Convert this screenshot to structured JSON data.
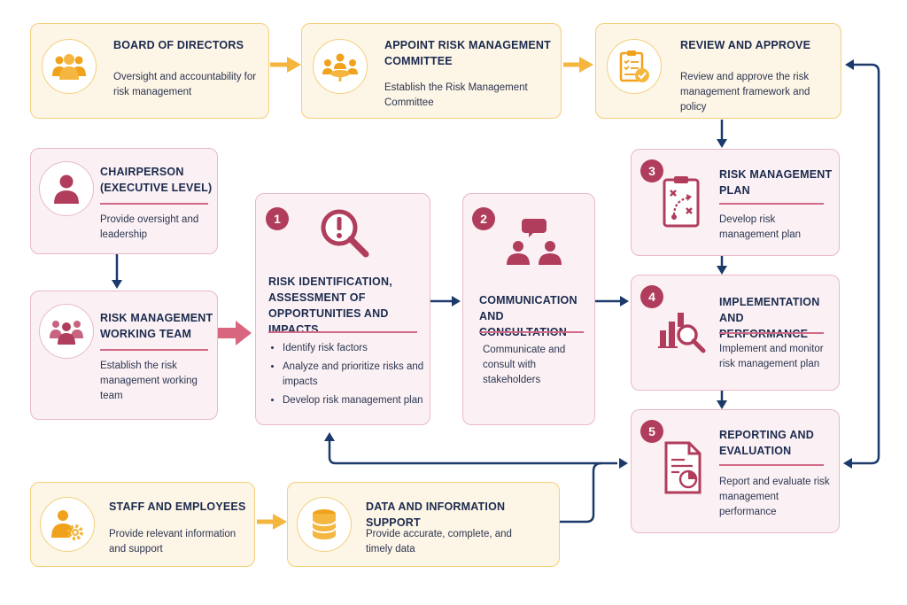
{
  "colors": {
    "gold": "#f4b63e",
    "rose": "#b03d5c",
    "navy": "#1b3a6b",
    "pink_arrow": "#d9667f"
  },
  "board": {
    "title": "BOARD OF DIRECTORS",
    "desc": "Oversight and accountability for risk management",
    "icon": "group-icon"
  },
  "appoint": {
    "title": "APPOINT RISK MANAGEMENT COMMITTEE",
    "desc": "Establish the Risk Management Committee",
    "icon": "meeting-icon"
  },
  "review": {
    "title": "REVIEW AND APPROVE",
    "desc": "Review and approve the risk management framework and policy",
    "icon": "clipboard-check-icon"
  },
  "chair": {
    "title": "CHAIRPERSON (EXECUTIVE LEVEL)",
    "desc": "Provide oversight and leadership",
    "icon": "person-icon"
  },
  "team": {
    "title": "RISK MANAGEMENT WORKING TEAM",
    "desc": "Establish the risk management working team",
    "icon": "team-icon"
  },
  "step1": {
    "number": "1",
    "title": "RISK IDENTIFICATION, ASSESSMENT OF OPPORTUNITIES AND IMPACTS",
    "bullets": [
      "Identify risk factors",
      "Analyze and prioritize risks and impacts",
      "Develop risk management plan"
    ],
    "icon": "magnifier-exclamation-icon"
  },
  "step2": {
    "number": "2",
    "title": "COMMUNICATION AND CONSULTATION",
    "desc": "Communicate and consult with stakeholders",
    "icon": "people-chat-icon"
  },
  "step3": {
    "number": "3",
    "title": "RISK MANAGEMENT PLAN",
    "desc": "Develop risk management plan",
    "icon": "strategy-board-icon"
  },
  "step4": {
    "number": "4",
    "title": "IMPLEMENTATION AND PERFORMANCE",
    "desc": "Implement and monitor risk management plan",
    "icon": "chart-magnifier-icon"
  },
  "step5": {
    "number": "5",
    "title": "REPORTING AND EVALUATION",
    "desc": "Report and evaluate risk management performance",
    "icon": "report-icon"
  },
  "staff": {
    "title": "STAFF AND EMPLOYEES",
    "desc": "Provide relevant information and support",
    "icon": "person-gear-icon"
  },
  "data": {
    "title": "DATA AND INFORMATION SUPPORT",
    "desc": "Provide accurate, complete, and timely data",
    "icon": "database-icon"
  }
}
